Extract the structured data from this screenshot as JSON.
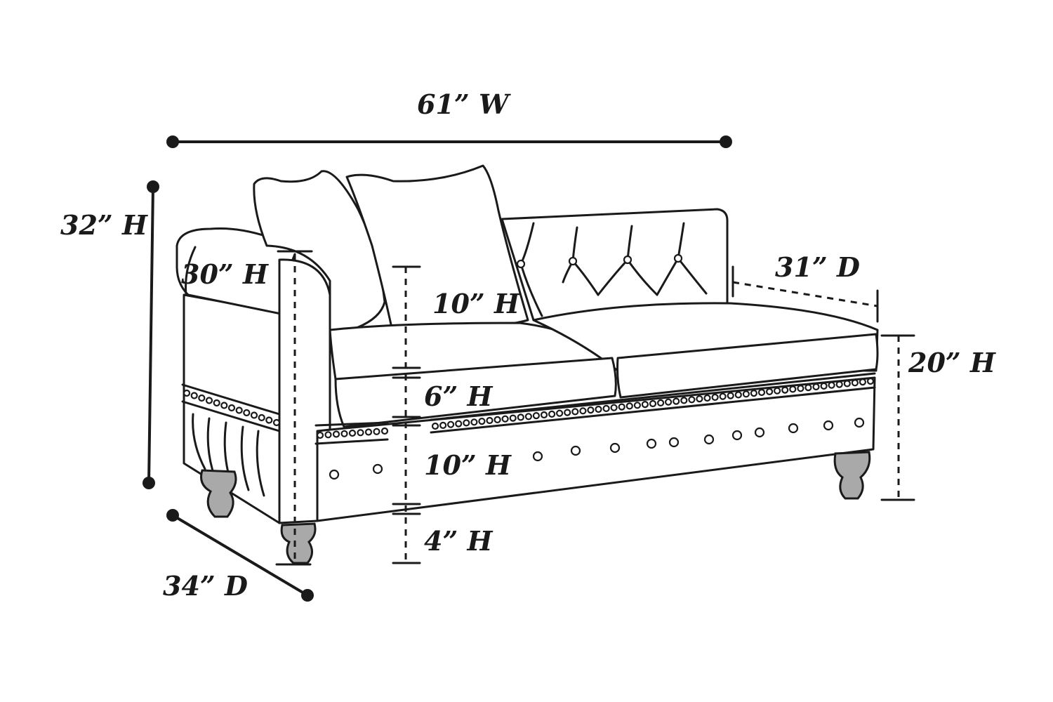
{
  "dimensions": {
    "width": "61” W",
    "overall_height": "32” H",
    "arm_height": "30” H",
    "pillow_height": "10” H",
    "cushion_height": "6” H",
    "base_height": "10” H",
    "leg_height": "4” H",
    "seat_height": "20” H",
    "seat_depth": "31” D",
    "overall_depth": "34” D"
  },
  "colors": {
    "ink": "#1a1a1a",
    "leg": "#a9a9a9",
    "background": "#ffffff"
  }
}
